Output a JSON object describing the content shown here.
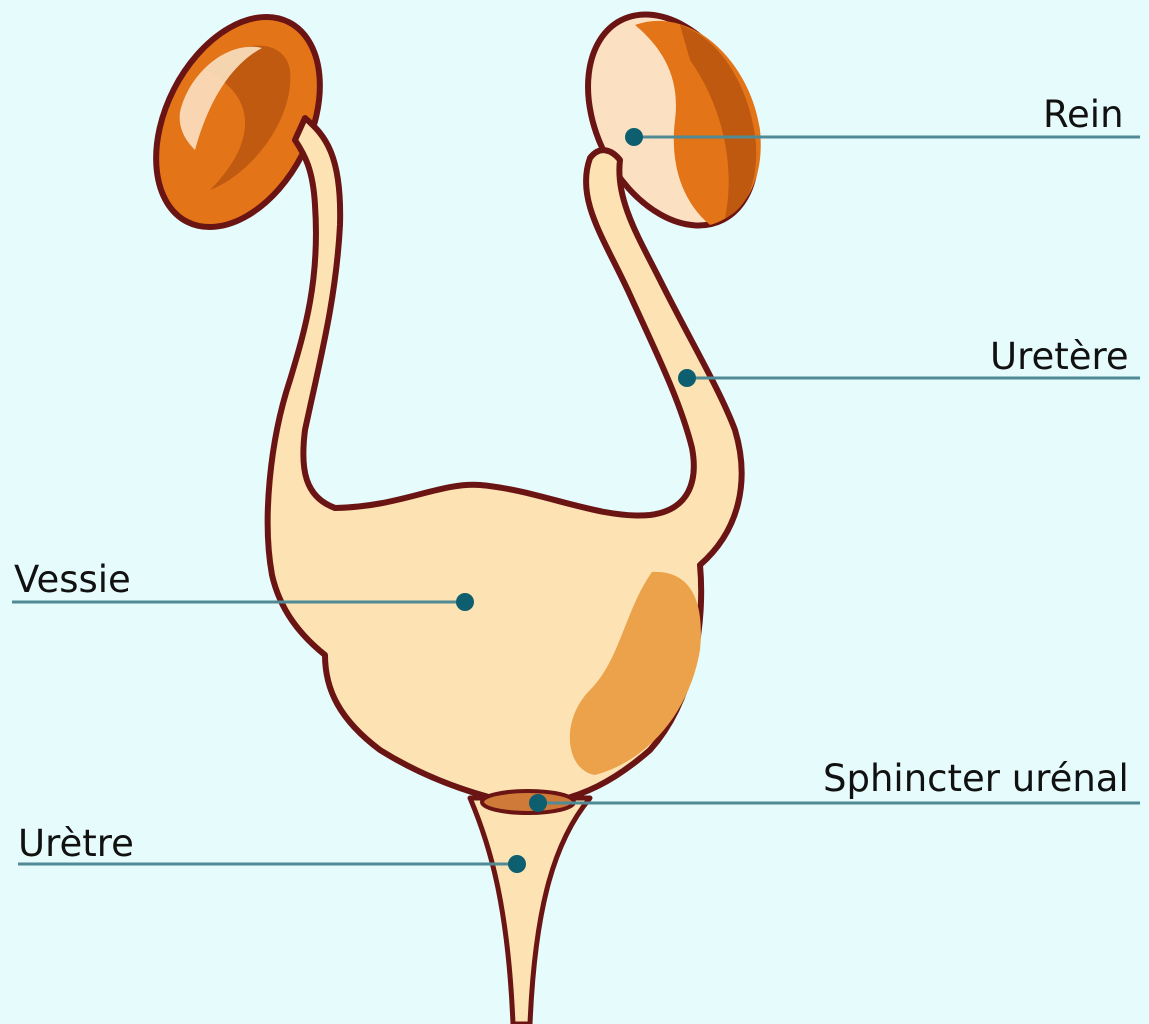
{
  "diagram": {
    "labels": {
      "rein": "Rein",
      "uretere": "Uretère",
      "vessie": "Vessie",
      "sphincter": "Sphincter urénal",
      "uretre": "Urètre"
    },
    "colors": {
      "background": "#e6fbfc",
      "outline": "#6b1414",
      "organ_fill": "#fde2b3",
      "kidney_orange": "#e0731a",
      "kidney_dark": "#b4500f",
      "bladder_shade": "#eba24a",
      "leader_line": "#4f8a95",
      "marker_dot": "#0d5e6e"
    }
  }
}
